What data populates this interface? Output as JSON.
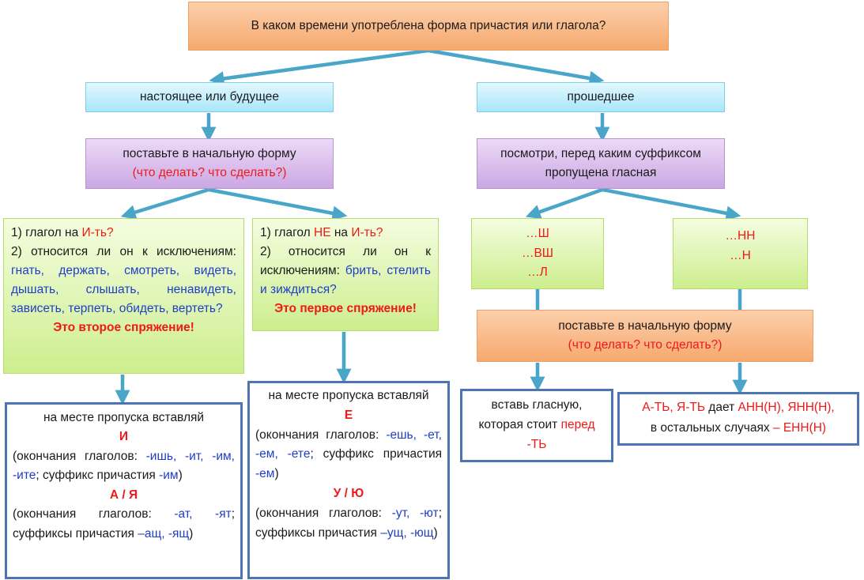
{
  "question": "В каком времени употреблена форма причастия или глагола?",
  "present": {
    "label": "настоящее или будущее",
    "infinitive": {
      "line1": "поставьте в начальную форму",
      "line2": "(что делать? что сделать?)"
    },
    "second": {
      "num1": "1) глагол на ",
      "num1_red": "И-ть?",
      "num2": "2) относится ли он к исключениям: ",
      "exceptions": "гнать, держать, смотреть, видеть, дышать, слышать, ненавидеть, зависеть, терпеть, обидеть, вертеть?",
      "result": "Это второе спряжение!",
      "insert_intro": "на месте пропуска вставляй",
      "vowel1": "И",
      "endings1_open": "(окончания глаголов: ",
      "endings1_blue": "-ишь, -ит, -им, -ите",
      "endings1_mid": "; суффикс причастия ",
      "endings1_suffix": "-им",
      "endings1_close": ")",
      "vowel2": "А / Я",
      "endings2_open": "(окончания глаголов: ",
      "endings2_blue": "-ат, -ят",
      "endings2_mid": "; суффиксы причастия ",
      "endings2_suffix": "–ащ, -ящ",
      "endings2_close": ")"
    },
    "first": {
      "num1": "1) глагол ",
      "ne": "НЕ",
      "na": " на ",
      "num1_red": "И-ть?",
      "num2": "2) относится ли он к исключениям: ",
      "exceptions": "брить, стелить и зиждиться?",
      "result": "Это первое спряжение!",
      "insert_intro": "на месте пропуска вставляй",
      "vowel1": "Е",
      "endings1_open": "(окончания глаголов: ",
      "endings1_blue": "-ешь, -ет, -ем, -ете",
      "endings1_mid": "; суффикс причастия ",
      "endings1_suffix": "-ем",
      "endings1_close": ")",
      "vowel2": "У / Ю",
      "endings2_open": "(окончания глаголов: ",
      "endings2_blue": "-ут, -ют",
      "endings2_mid": "; суффиксы причастия ",
      "endings2_suffix": "–ущ, -ющ",
      "endings2_close": ")"
    }
  },
  "past": {
    "label": "прошедшее",
    "look": {
      "line1": "посмотри, перед каким суффиксом",
      "line2": "пропущена гласная"
    },
    "suffixes_a": [
      "…Ш",
      "…ВШ",
      "…Л"
    ],
    "suffixes_b": [
      "…НН",
      "…Н"
    ],
    "infinitive": {
      "line1": "поставьте в начальную форму",
      "line2": "(что делать? что сделать?)"
    },
    "vowel_box": {
      "text1": "вставь гласную, которая стоит ",
      "red": "перед -ТЬ"
    },
    "nn_box": {
      "red1": "А-ТЬ, Я-ТЬ",
      "mid": " дает ",
      "red2": "АНН(Н), ЯНН(Н),",
      "line2": "в остальных случаях ",
      "red3": " – ЕНН(Н)"
    }
  },
  "colors": {
    "arrow": "#4aa6c8",
    "red": "#f01818",
    "blue": "#1f3ec7",
    "border": "#4d74b5"
  }
}
